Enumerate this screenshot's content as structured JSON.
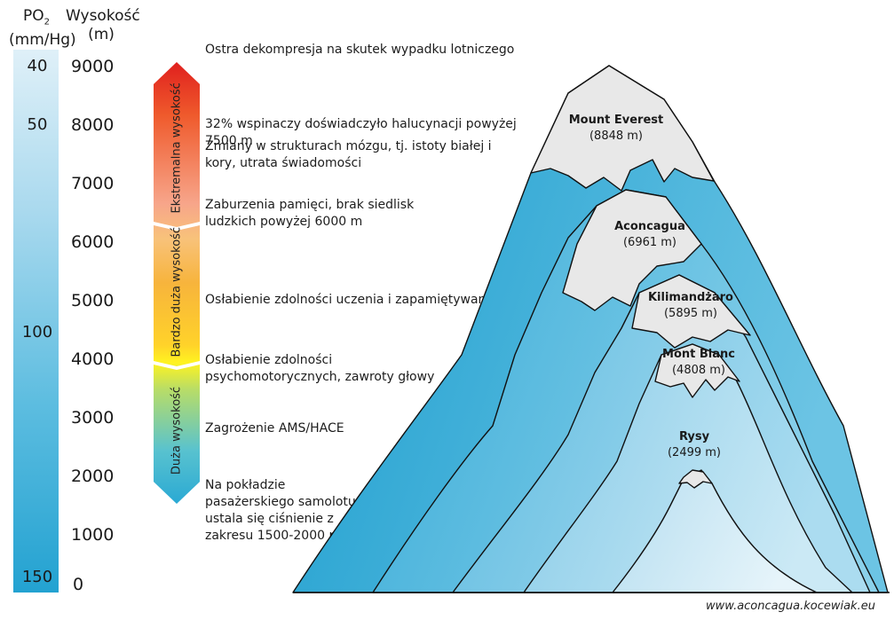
{
  "header": {
    "po2_line1": "PO",
    "po2_sub": "2",
    "po2_line2": "(mm/Hg)",
    "alt_line1": "Wysokość",
    "alt_line2": "(m)"
  },
  "po2_ticks": [
    "40",
    "50",
    "100",
    "150"
  ],
  "altitude_ticks": [
    "9000",
    "8000",
    "7000",
    "6000",
    "5000",
    "4000",
    "3000",
    "2000",
    "1000",
    "0"
  ],
  "zones": [
    "Ekstremalna wysokość",
    "Bardzo duża wysokość",
    "Duża wysokość"
  ],
  "notes": [
    "Ostra dekompresja na skutek wypadku lotniczego",
    "32% wspinaczy doświadczyło halucynacji powyżej 7500 m",
    "Zmiany w strukturach mózgu, tj. istoty białej i kory, utrata świadomości",
    "Zaburzenia pamięci, brak siedlisk ludzkich powyżej 6000 m",
    "Osłabienie zdolności uczenia i zapamiętywania",
    "Osłabienie zdolności psychomotorycznych, zawroty głowy",
    "Zagrożenie AMS/HACE",
    "Na pokładzie pasażerskiego samolotu ustala się ciśnienie z zakresu 1500-2000 m"
  ],
  "peaks": [
    {
      "name": "Mount Everest",
      "height": "(8848 m)"
    },
    {
      "name": "Aconcagua",
      "height": "(6961 m)"
    },
    {
      "name": "Kilimandżaro",
      "height": "(5895 m)"
    },
    {
      "name": "Mont Blanc",
      "height": "(4808 m)"
    },
    {
      "name": "Rysy",
      "height": "(2499 m)"
    }
  ],
  "credit": "www.aconcagua.kocewiak.eu",
  "colors": {
    "mountain_dark": "#1e9fcf",
    "mountain_light": "#e4f3f9",
    "snow": "#e6e6e6",
    "red": "#e0201e",
    "yellow": "#fff320",
    "blue": "#2aa9d4"
  }
}
